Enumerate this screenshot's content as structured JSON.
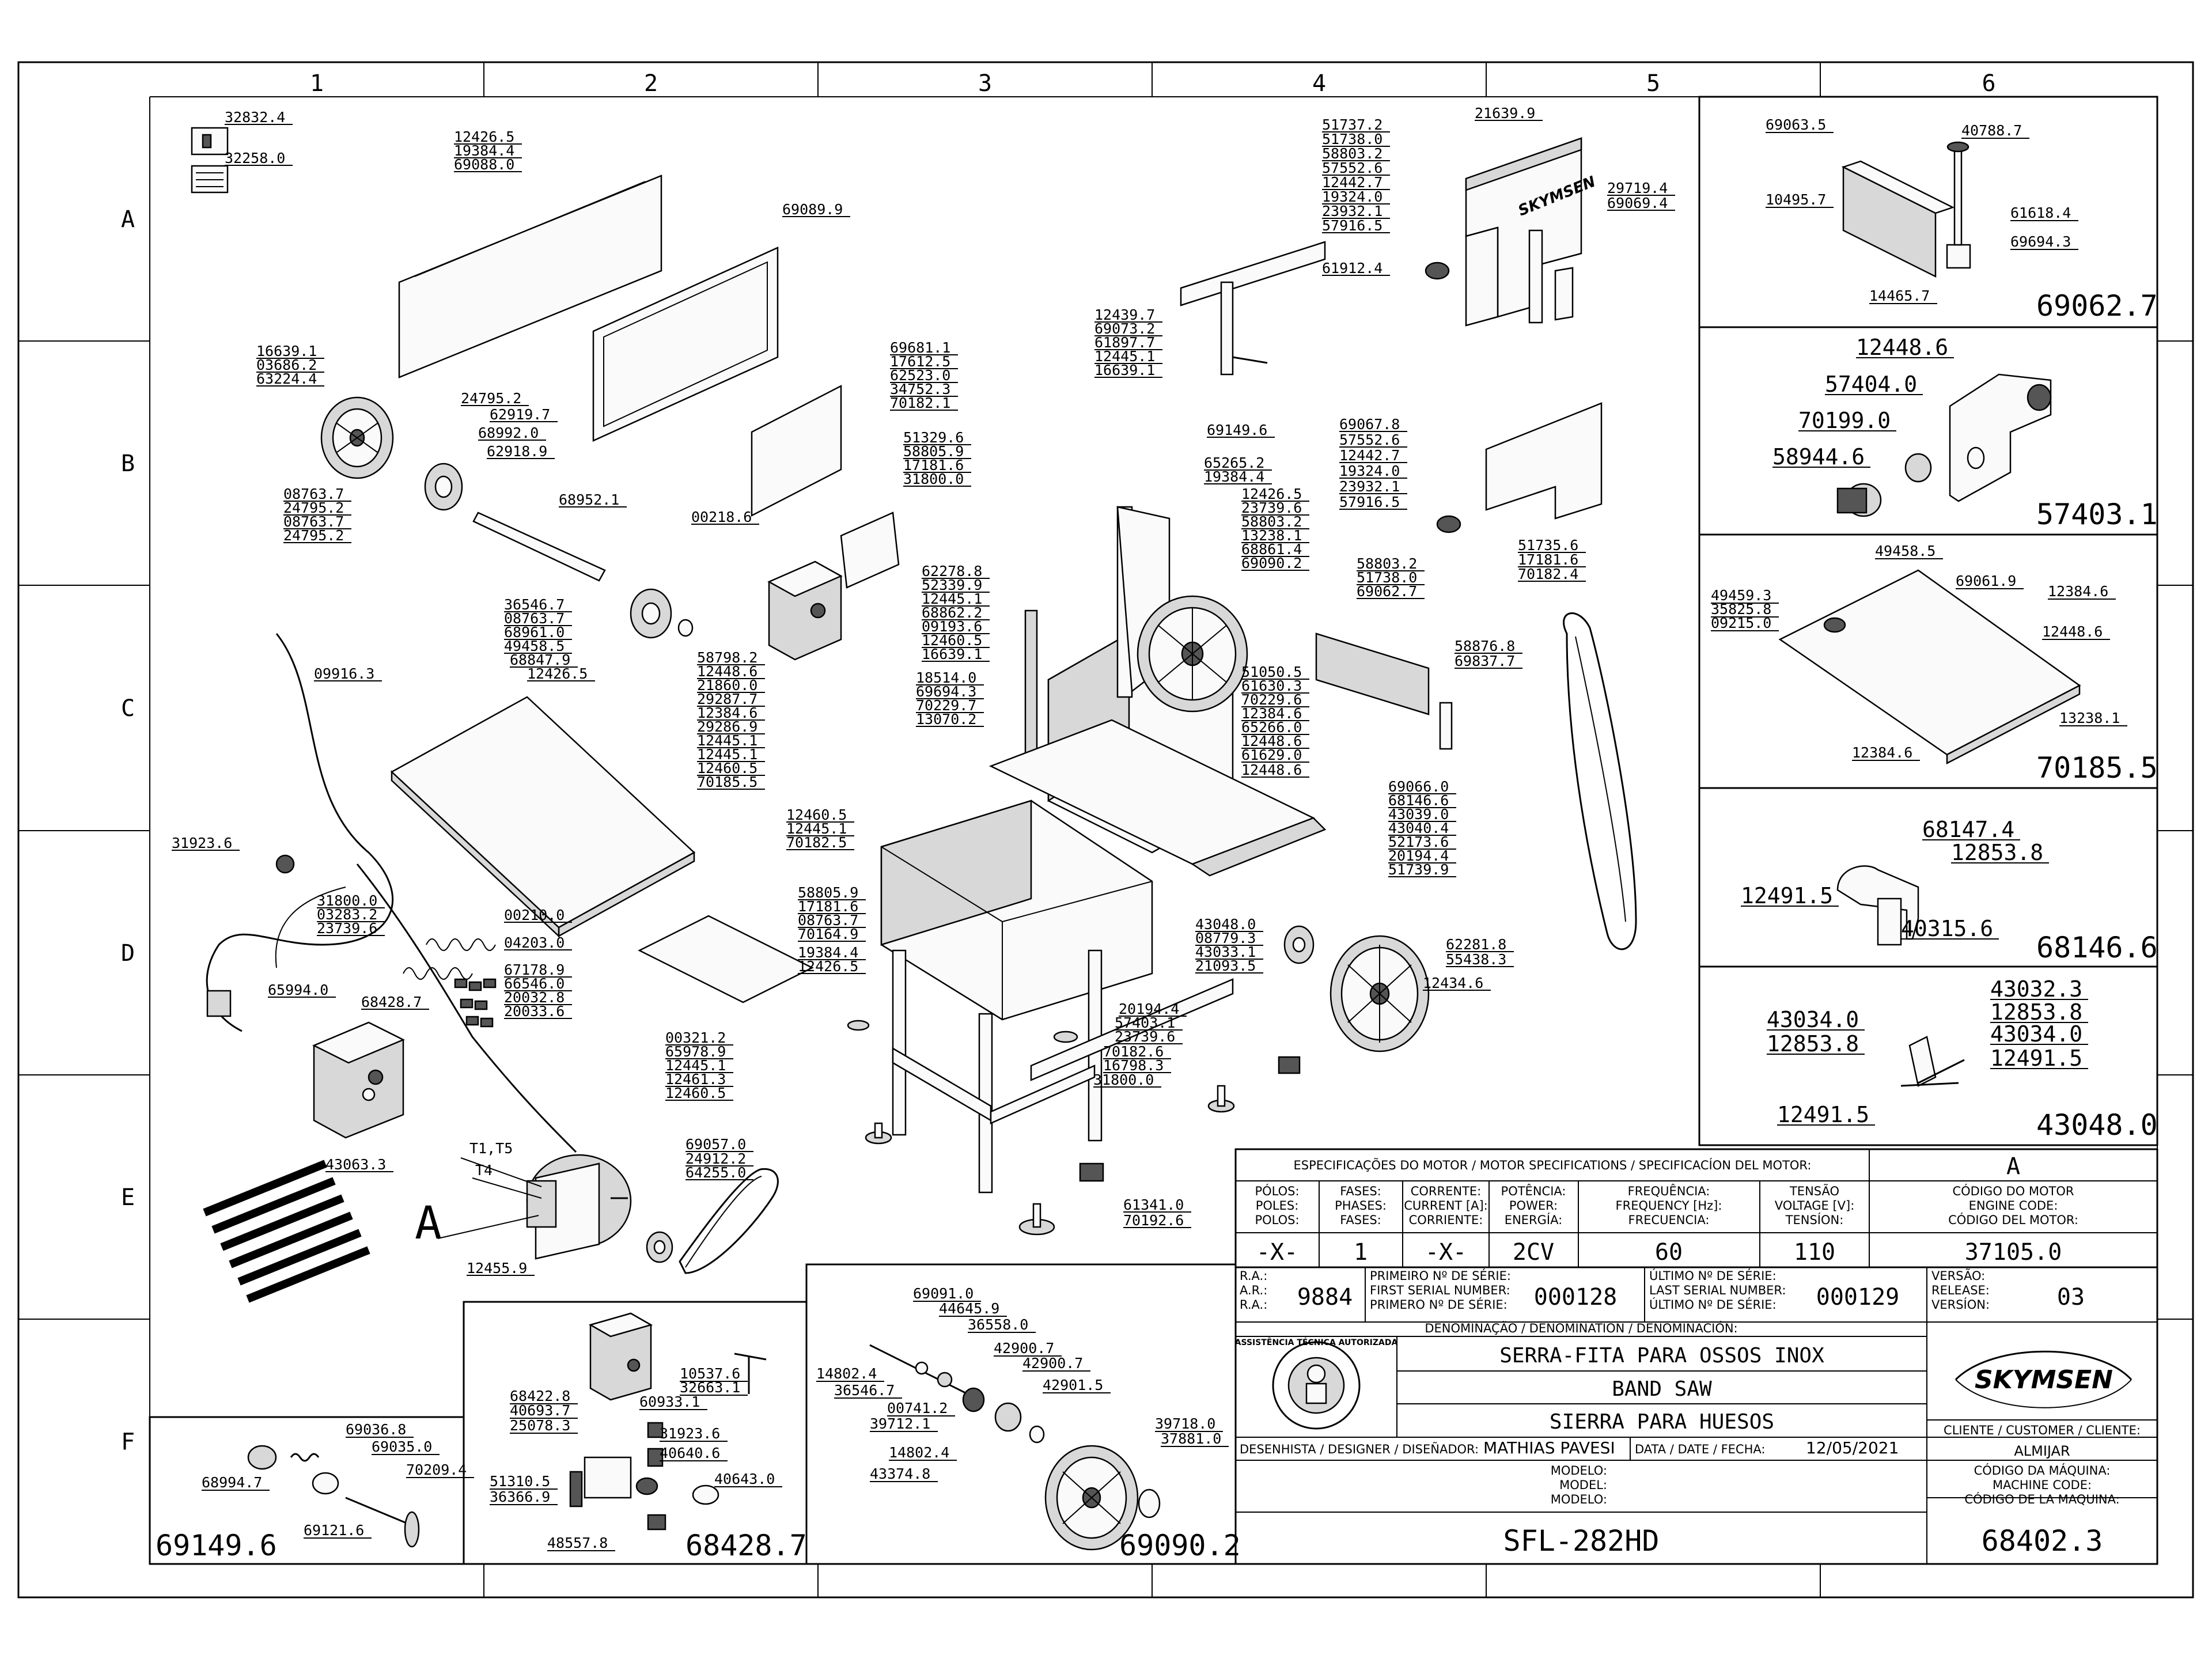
{
  "grid": {
    "columns": [
      "1",
      "2",
      "3",
      "4",
      "5",
      "6"
    ],
    "rows": [
      "A",
      "B",
      "C",
      "D",
      "E",
      "F"
    ]
  },
  "parts": [
    {
      "id": "32832.4"
    },
    {
      "id": "32258.0"
    },
    {
      "id": "12426.5"
    },
    {
      "id": "19384.4"
    },
    {
      "id": "69088.0"
    },
    {
      "id": "69089.9"
    },
    {
      "id": "16639.1"
    },
    {
      "id": "03686.2"
    },
    {
      "id": "63224.4"
    },
    {
      "id": "24795.2"
    },
    {
      "id": "62919.7"
    },
    {
      "id": "68992.0"
    },
    {
      "id": "62918.9"
    },
    {
      "id": "08763.7"
    },
    {
      "id": "24795.2"
    },
    {
      "id": "08763.7"
    },
    {
      "id": "24795.2"
    },
    {
      "id": "68952.1"
    },
    {
      "id": "36546.7"
    },
    {
      "id": "08763.7"
    },
    {
      "id": "68961.0"
    },
    {
      "id": "49458.5"
    },
    {
      "id": "68847.9"
    },
    {
      "id": "12426.5"
    },
    {
      "id": "09916.3"
    },
    {
      "id": "31923.6"
    },
    {
      "id": "31800.0"
    },
    {
      "id": "03283.2"
    },
    {
      "id": "23739.6"
    },
    {
      "id": "00210.0"
    },
    {
      "id": "04203.0"
    },
    {
      "id": "67178.9"
    },
    {
      "id": "66546.0"
    },
    {
      "id": "20032.8"
    },
    {
      "id": "20033.6"
    },
    {
      "id": "65994.0"
    },
    {
      "id": "68428.7"
    },
    {
      "id": "69681.1"
    },
    {
      "id": "17612.5"
    },
    {
      "id": "62523.0"
    },
    {
      "id": "34752.3"
    },
    {
      "id": "70182.1"
    },
    {
      "id": "51329.6"
    },
    {
      "id": "58805.9"
    },
    {
      "id": "17181.6"
    },
    {
      "id": "31800.0"
    },
    {
      "id": "00218.6"
    },
    {
      "id": "62278.8"
    },
    {
      "id": "52339.9"
    },
    {
      "id": "12445.1"
    },
    {
      "id": "68862.2"
    },
    {
      "id": "09193.6"
    },
    {
      "id": "12460.5"
    },
    {
      "id": "16639.1"
    },
    {
      "id": "18514.0"
    },
    {
      "id": "69694.3"
    },
    {
      "id": "70229.7"
    },
    {
      "id": "13070.2"
    },
    {
      "id": "58798.2"
    },
    {
      "id": "12448.6"
    },
    {
      "id": "21860.0"
    },
    {
      "id": "29287.7"
    },
    {
      "id": "12384.6"
    },
    {
      "id": "29286.9"
    },
    {
      "id": "12445.1"
    },
    {
      "id": "12445.1"
    },
    {
      "id": "12460.5"
    },
    {
      "id": "70185.5"
    },
    {
      "id": "12460.5"
    },
    {
      "id": "12445.1"
    },
    {
      "id": "70182.5"
    },
    {
      "id": "12439.7"
    },
    {
      "id": "69073.2"
    },
    {
      "id": "61897.7"
    },
    {
      "id": "12445.1"
    },
    {
      "id": "16639.1"
    },
    {
      "id": "69149.6"
    },
    {
      "id": "65265.2"
    },
    {
      "id": "19384.4"
    },
    {
      "id": "12426.5"
    },
    {
      "id": "23739.6"
    },
    {
      "id": "58803.2"
    },
    {
      "id": "13238.1"
    },
    {
      "id": "68861.4"
    },
    {
      "id": "69090.2"
    },
    {
      "id": "51050.5"
    },
    {
      "id": "61630.3"
    },
    {
      "id": "70229.6"
    },
    {
      "id": "12384.6"
    },
    {
      "id": "65266.0"
    },
    {
      "id": "12448.6"
    },
    {
      "id": "61629.0"
    },
    {
      "id": "12448.6"
    },
    {
      "id": "51737.2"
    },
    {
      "id": "51738.0"
    },
    {
      "id": "58803.2"
    },
    {
      "id": "57552.6"
    },
    {
      "id": "12442.7"
    },
    {
      "id": "19324.0"
    },
    {
      "id": "23932.1"
    },
    {
      "id": "57916.5"
    },
    {
      "id": "61912.4"
    },
    {
      "id": "21639.9"
    },
    {
      "id": "29719.4"
    },
    {
      "id": "69069.4"
    },
    {
      "id": "69067.8"
    },
    {
      "id": "57552.6"
    },
    {
      "id": "12442.7"
    },
    {
      "id": "19324.0"
    },
    {
      "id": "23932.1"
    },
    {
      "id": "57916.5"
    },
    {
      "id": "58803.2"
    },
    {
      "id": "51738.0"
    },
    {
      "id": "69062.7"
    },
    {
      "id": "51735.6"
    },
    {
      "id": "17181.6"
    },
    {
      "id": "70182.4"
    },
    {
      "id": "58876.8"
    },
    {
      "id": "69837.7"
    },
    {
      "id": "69066.0"
    },
    {
      "id": "68146.6"
    },
    {
      "id": "43039.0"
    },
    {
      "id": "43040.4"
    },
    {
      "id": "52173.6"
    },
    {
      "id": "20194.4"
    },
    {
      "id": "51739.9"
    },
    {
      "id": "58805.9"
    },
    {
      "id": "17181.6"
    },
    {
      "id": "08763.7"
    },
    {
      "id": "70164.9"
    },
    {
      "id": "19384.4"
    },
    {
      "id": "12426.5"
    },
    {
      "id": "43048.0"
    },
    {
      "id": "08779.3"
    },
    {
      "id": "43033.1"
    },
    {
      "id": "21093.5"
    },
    {
      "id": "62281.8"
    },
    {
      "id": "55438.3"
    },
    {
      "id": "12434.6"
    },
    {
      "id": "20194.4"
    },
    {
      "id": "57403.1"
    },
    {
      "id": "23739.6"
    },
    {
      "id": "70182.6"
    },
    {
      "id": "16798.3"
    },
    {
      "id": "31800.0"
    },
    {
      "id": "00321.2"
    },
    {
      "id": "65978.9"
    },
    {
      "id": "12445.1"
    },
    {
      "id": "12461.3"
    },
    {
      "id": "12460.5"
    },
    {
      "id": "69057.0"
    },
    {
      "id": "24912.2"
    },
    {
      "id": "64255.0"
    },
    {
      "id": "43063.3"
    },
    {
      "id": "12455.9"
    },
    {
      "id": "61341.0"
    },
    {
      "id": "70192.6"
    }
  ],
  "motor_label": "A",
  "motor_wires": [
    "T1,T5",
    "T4"
  ],
  "detail_boxes": [
    {
      "code": "69062.7",
      "parts": [
        "69063.5",
        "40788.7",
        "10495.7",
        "61618.4",
        "69694.3",
        "14465.7"
      ]
    },
    {
      "code": "57403.1",
      "parts": [
        "12448.6",
        "57404.0",
        "70199.0",
        "58944.6"
      ]
    },
    {
      "code": "70185.5",
      "parts": [
        "49458.5",
        "49459.3",
        "35825.8",
        "09215.0",
        "12384.6",
        "69061.9",
        "12448.6",
        "13238.1",
        "12384.6"
      ]
    },
    {
      "code": "68146.6",
      "parts": [
        "68147.4",
        "12853.8",
        "12491.5",
        "40315.6"
      ]
    },
    {
      "code": "43048.0",
      "parts": [
        "43032.3",
        "12853.8",
        "43034.0",
        "43034.0",
        "12853.8",
        "12491.5",
        "12491.5"
      ]
    },
    {
      "code": "69149.6",
      "parts": [
        "69036.8",
        "69035.0",
        "68994.7",
        "70209.4",
        "69121.6"
      ]
    },
    {
      "code": "68428.7",
      "parts": [
        "68422.8",
        "40693.7",
        "25078.3",
        "51310.5",
        "36366.9",
        "10537.6",
        "32663.1",
        "60933.1",
        "31923.6",
        "40640.6",
        "40643.0",
        "48557.8"
      ]
    },
    {
      "code": "69090.2",
      "parts": [
        "69091.0",
        "44645.9",
        "36558.0",
        "14802.4",
        "36546.7",
        "42900.7",
        "42900.7",
        "00741.2",
        "42901.5",
        "39712.1",
        "14802.4",
        "43374.8",
        "39718.0",
        "37881.0"
      ]
    }
  ],
  "title_block": {
    "motor_spec_heading": "ESPECIFICAÇÕES DO MOTOR / MOTOR SPECIFICATIONS / SPECIFICACÍON DEL MOTOR:",
    "spec_headers": [
      [
        "PÓLOS:",
        "POLES:",
        "POLOS:"
      ],
      [
        "FASES:",
        "PHASES:",
        "FASES:"
      ],
      [
        "CORRENTE:",
        "CURRENT [A]:",
        "CORRIENTE:"
      ],
      [
        "POTÊNCIA:",
        "POWER:",
        "ENERGÍA:"
      ],
      [
        "FREQUÊNCIA:",
        "FREQUENCY [Hz]:",
        "FRECUENCIA:"
      ],
      [
        "TENSÃO",
        "VOLTAGE [V]:",
        "TENSÍON:"
      ]
    ],
    "spec_values": [
      "-X-",
      "1",
      "-X-",
      "2CV",
      "60",
      "110"
    ],
    "engine_col_letter": "A",
    "engine_code_label": [
      "CÓDIGO DO MOTOR",
      "ENGINE CODE:",
      "CÓDIGO DEL MOTOR:"
    ],
    "engine_code": "37105.0",
    "ra_label": [
      "R.A.:",
      "A.R.:",
      "R.A.:"
    ],
    "ra_value": "9884",
    "first_serial_label": [
      "PRIMEIRO Nº DE SÉRIE:",
      "FIRST SERIAL NUMBER:",
      "PRIMERO Nº DE SÉRIE:"
    ],
    "first_serial": "000128",
    "last_serial_label": [
      "ÚLTIMO Nº DE SÉRIE:",
      "LAST SERIAL NUMBER:",
      "ÚLTIMO Nº DE SÉRIE:"
    ],
    "last_serial": "000129",
    "version_label": [
      "VERSÃO:",
      "RELEASE:",
      "VERSÍON:"
    ],
    "version": "03",
    "denomination_label": "DENOMINAÇÃO / DENOMINATION / DENOMINACIÓN:",
    "names": [
      "SERRA-FITA PARA OSSOS INOX",
      "BAND SAW",
      "SIERRA PARA HUESOS"
    ],
    "seal_text": "ASSISTÊNCIA TÉCNICA AUTORIZADA",
    "brand": "SKYMSEN",
    "client_label": "CLIENTE / CUSTOMER / CLIENTE:",
    "client": "ALMIJAR",
    "designer_label": "DESENHISTA / DESIGNER / DISEÑADOR:",
    "designer": "MATHIAS PAVESI",
    "date_label": "DATA / DATE / FECHA:",
    "date": "12/05/2021",
    "model_label": [
      "MODELO:",
      "MODEL:",
      "MODELO:"
    ],
    "model": "SFL-282HD",
    "machine_code_label": [
      "CÓDIGO DA MÁQUINA:",
      "MACHINE CODE:",
      "CÓDIGO DE LA MAQUINA:"
    ],
    "machine_code": "68402.3"
  },
  "colors": {
    "ink": "#000000",
    "paper": "#ffffff",
    "shade": "#d8d8d8"
  }
}
